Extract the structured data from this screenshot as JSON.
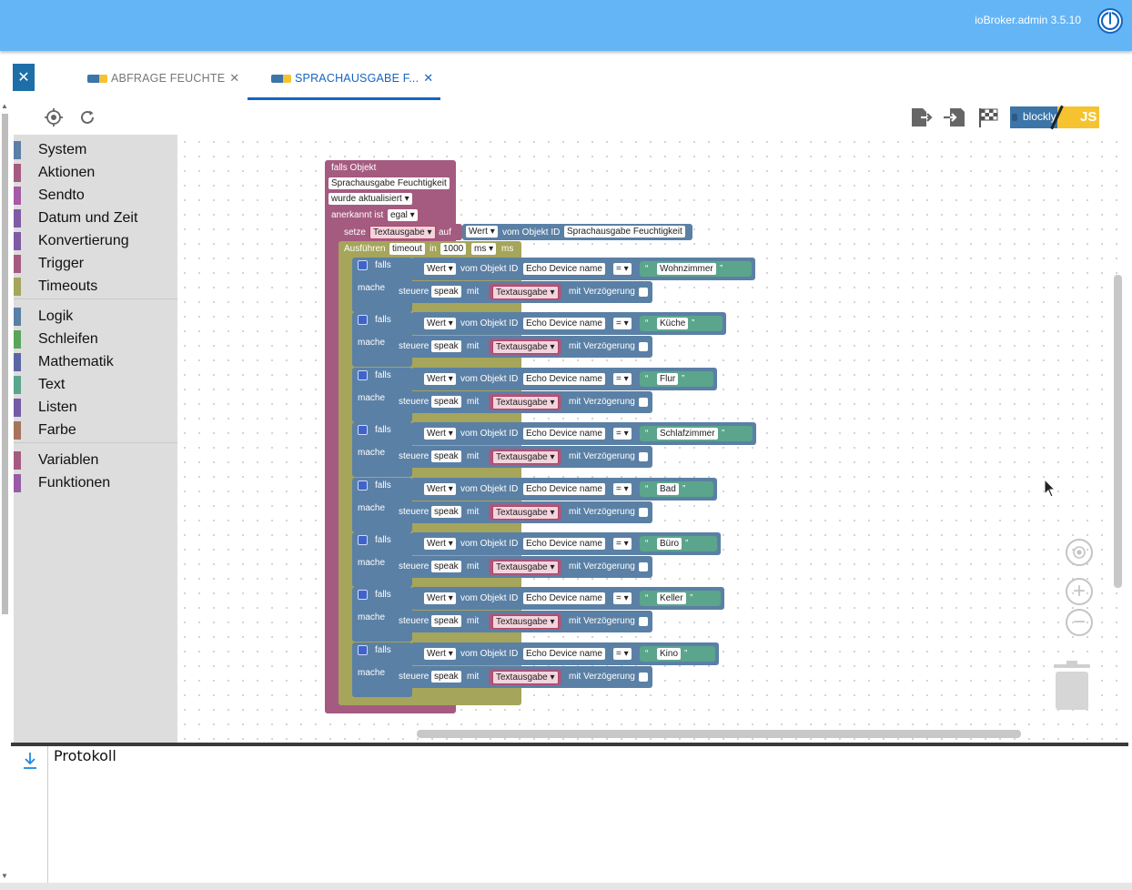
{
  "header": {
    "version": "ioBroker.admin 3.5.10"
  },
  "tabs": [
    {
      "label": "ABFRAGE FEUCHTE",
      "active": false
    },
    {
      "label": "SPRACHAUSGABE F...",
      "active": true
    }
  ],
  "toolbar": {
    "logo_blockly": "blockly",
    "logo_js": "JS"
  },
  "categories": [
    {
      "label": "System",
      "color": "#5b80a5"
    },
    {
      "label": "Aktionen",
      "color": "#a55b80"
    },
    {
      "label": "Sendto",
      "color": "#a55ba5"
    },
    {
      "label": "Datum und Zeit",
      "color": "#805ba5"
    },
    {
      "label": "Konvertierung",
      "color": "#805ba5"
    },
    {
      "label": "Trigger",
      "color": "#a55b80"
    },
    {
      "label": "Timeouts",
      "color": "#a5a55b"
    },
    {
      "label": "Logik",
      "color": "#5b80a5"
    },
    {
      "label": "Schleifen",
      "color": "#5ba55b"
    },
    {
      "label": "Mathematik",
      "color": "#5b67a5"
    },
    {
      "label": "Text",
      "color": "#5ba58c"
    },
    {
      "label": "Listen",
      "color": "#745ba5"
    },
    {
      "label": "Farbe",
      "color": "#a5745b"
    },
    {
      "label": "Variablen",
      "color": "#a55b80"
    },
    {
      "label": "Funktionen",
      "color": "#995ba5"
    }
  ],
  "blocks": {
    "trigger": {
      "title": "falls Objekt",
      "object": "Sprachausgabe Feuchtigkeit",
      "event": "wurde aktualisiert",
      "ack_label": "anerkannt ist",
      "ack_value": "egal"
    },
    "setvar": {
      "setze": "setze",
      "var": "Textausgabe",
      "auf": "auf",
      "wert": "Wert",
      "vom": "vom Objekt ID",
      "obj": "Sprachausgabe Feuchtigkeit"
    },
    "timeout": {
      "label": "Ausführen",
      "name": "timeout",
      "in": "in",
      "value": "1000",
      "unit": "ms",
      "unit2": "ms"
    },
    "if_common": {
      "falls": "falls",
      "mache": "mache",
      "wert": "Wert",
      "vom": "vom Objekt ID",
      "obj": "Echo Device name",
      "op": "=",
      "steuere": "steuere",
      "speak": "speak",
      "mit": "mit",
      "var": "Textausgabe",
      "delay": "mit Verzögerung",
      "quote_open": "“",
      "quote_close": "”"
    },
    "rooms": [
      "Wohnzimmer",
      "Küche",
      "Flur",
      "Schlafzimmer",
      "Bad",
      "Büro",
      "Keller",
      "Kino"
    ]
  },
  "log": {
    "title": "Protokoll"
  },
  "colors": {
    "header": "#64b5f6",
    "accent": "#1565c0",
    "trigger_block": "#a55b80",
    "timeout_block": "#a5a55b",
    "logic_block": "#5b80a5",
    "text_block": "#5ba58c"
  }
}
